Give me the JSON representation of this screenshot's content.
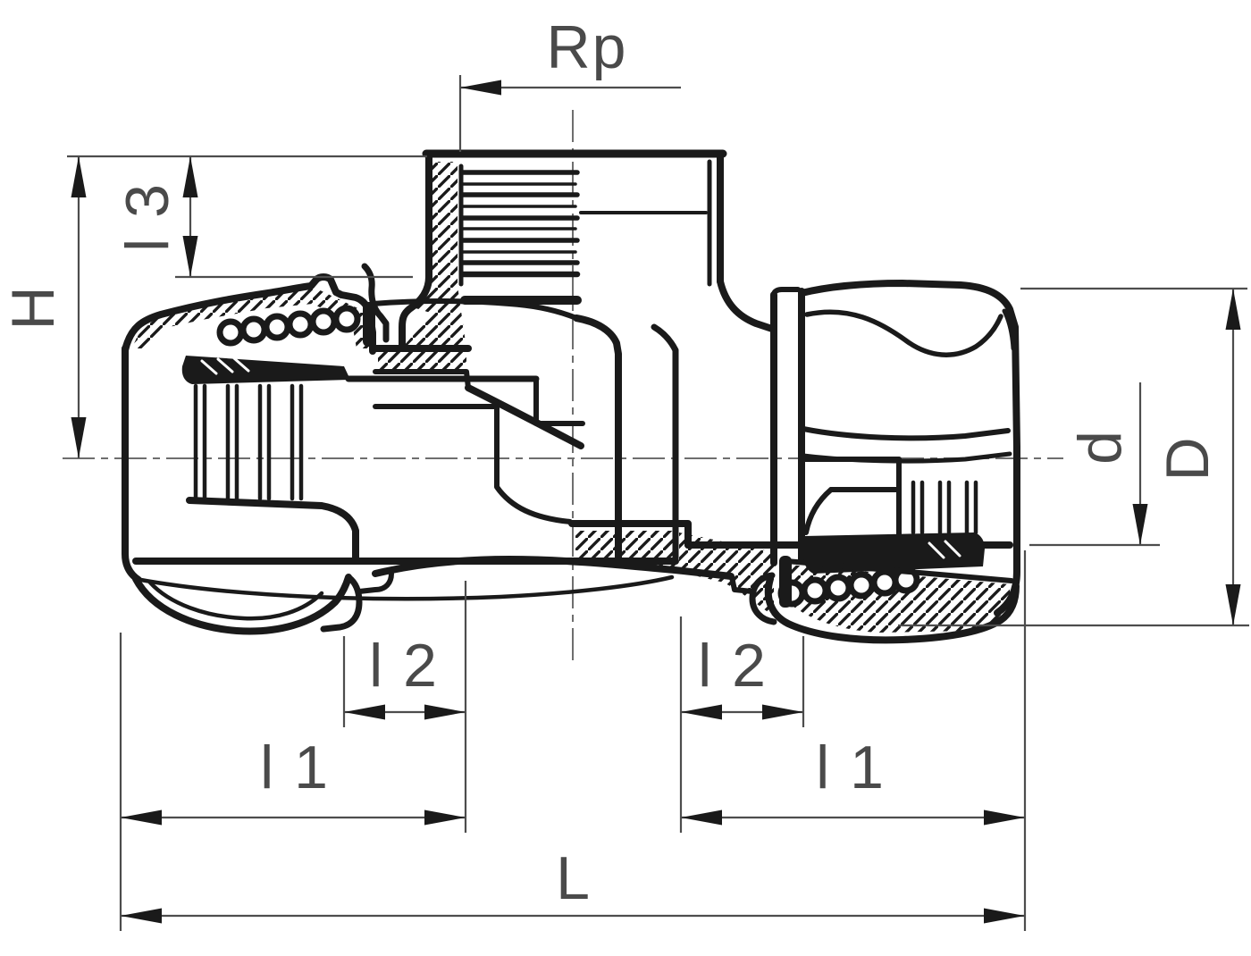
{
  "drawing": {
    "description": "Sectioned technical dimension drawing of a compression tee fitting with female threaded branch",
    "colors": {
      "background": "#ffffff",
      "outline": "#1a1a1a",
      "dimension_lines": "#4d4d4d",
      "label_text": "#4a4a4a"
    },
    "dimension_labels": {
      "rp": "Rp",
      "l3": "l 3",
      "h": "H",
      "d": "d",
      "D": "D",
      "l2_left": "l 2",
      "l2_right": "l 2",
      "l1_left": "l 1",
      "l1_right": "l 1",
      "L": "L"
    }
  }
}
